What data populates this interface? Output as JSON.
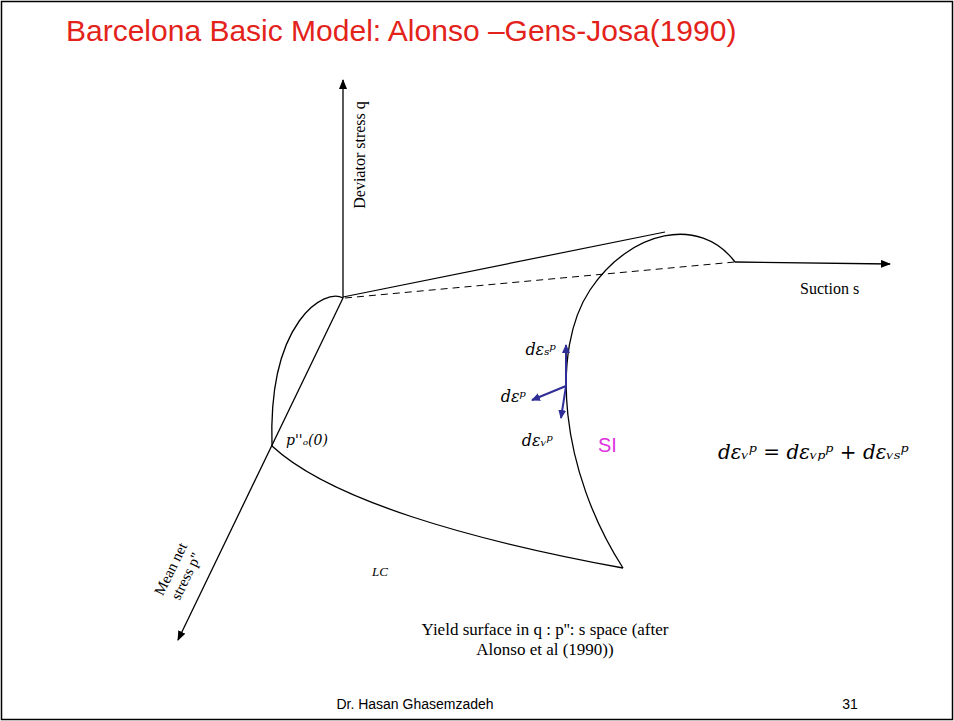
{
  "diagram": {
    "title": "Barcelona Basic Model: Alonso –Gens-Josa(1990)",
    "caption": "Yield surface in q : p'': s space (after Alonso et al (1990))",
    "labels": [
      "Deviator stress q",
      "Suction s",
      "Mean net stress p''",
      "p''ₒ(0)",
      "LC",
      "SI",
      "dεₛᵖ",
      "dεᵖ",
      "dεᵥᵖ",
      "dεᵥᵖ = dεᵥₚᵖ + dεᵥₛᵖ",
      "Dr. Hasan Ghasemzadeh",
      "31"
    ]
  }
}
